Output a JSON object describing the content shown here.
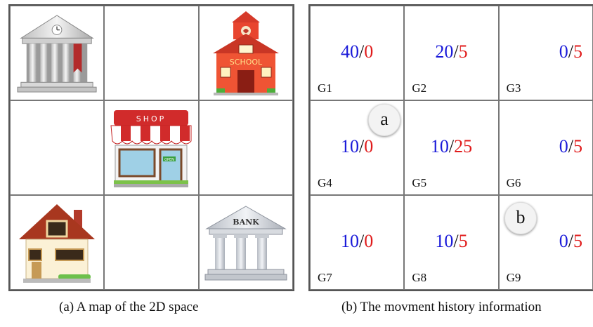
{
  "map": {
    "caption": "(a)  A map of the 2D space",
    "sign_shop": "SHOP",
    "sign_school": "SCHOOL",
    "sign_bank": "BANK",
    "sign_open": "OPEN"
  },
  "history": {
    "caption": "(b)  The movment history information",
    "separator": "/",
    "cells": [
      {
        "label": "G1",
        "a": "40",
        "b": "0"
      },
      {
        "label": "G2",
        "a": "20",
        "b": "5"
      },
      {
        "label": "G3",
        "a": "0",
        "b": "5"
      },
      {
        "label": "G4",
        "a": "10",
        "b": "0"
      },
      {
        "label": "G5",
        "a": "10",
        "b": "25"
      },
      {
        "label": "G6",
        "a": "0",
        "b": "5"
      },
      {
        "label": "G7",
        "a": "10",
        "b": "0"
      },
      {
        "label": "G8",
        "a": "10",
        "b": "5"
      },
      {
        "label": "G9",
        "a": "0",
        "b": "5"
      }
    ],
    "agent_a": "a",
    "agent_b": "b"
  },
  "colors": {
    "count_a": "#1a1ad9",
    "count_b": "#e01b1b"
  }
}
